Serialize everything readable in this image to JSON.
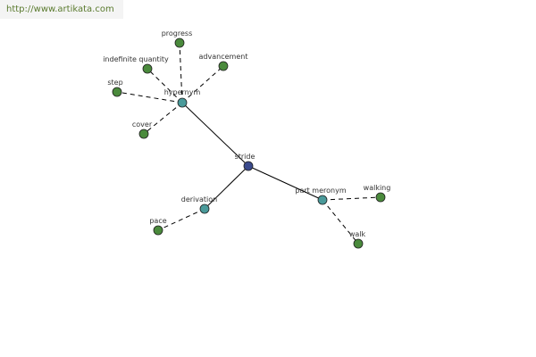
{
  "header": {
    "url_text": "http://www.artikata.com"
  },
  "colors": {
    "center": "#3a4a8c",
    "relation": "#4a9a9a",
    "leaf": "#4a8a3c",
    "edge": "#000000"
  },
  "graph": {
    "nodes": [
      {
        "id": "stride",
        "label": "stride",
        "kind": "center"
      },
      {
        "id": "hypernym",
        "label": "hypernym",
        "kind": "relation"
      },
      {
        "id": "derivation",
        "label": "derivation",
        "kind": "relation"
      },
      {
        "id": "part_meronym",
        "label": "part meronym",
        "kind": "relation"
      },
      {
        "id": "progress",
        "label": "progress",
        "kind": "leaf"
      },
      {
        "id": "indefinite_quantity",
        "label": "indefinite quantity",
        "kind": "leaf"
      },
      {
        "id": "advancement",
        "label": "advancement",
        "kind": "leaf"
      },
      {
        "id": "step",
        "label": "step",
        "kind": "leaf"
      },
      {
        "id": "cover",
        "label": "cover",
        "kind": "leaf"
      },
      {
        "id": "pace",
        "label": "pace",
        "kind": "leaf"
      },
      {
        "id": "walking",
        "label": "walking",
        "kind": "leaf"
      },
      {
        "id": "walk",
        "label": "walk",
        "kind": "leaf"
      }
    ],
    "edges": [
      {
        "from": "stride",
        "to": "hypernym",
        "style": "solid"
      },
      {
        "from": "stride",
        "to": "derivation",
        "style": "solid"
      },
      {
        "from": "stride",
        "to": "part_meronym",
        "style": "solid"
      },
      {
        "from": "hypernym",
        "to": "progress",
        "style": "dashed"
      },
      {
        "from": "hypernym",
        "to": "indefinite_quantity",
        "style": "dashed"
      },
      {
        "from": "hypernym",
        "to": "advancement",
        "style": "dashed"
      },
      {
        "from": "hypernym",
        "to": "step",
        "style": "dashed"
      },
      {
        "from": "hypernym",
        "to": "cover",
        "style": "dashed"
      },
      {
        "from": "derivation",
        "to": "pace",
        "style": "dashed"
      },
      {
        "from": "part_meronym",
        "to": "walking",
        "style": "dashed"
      },
      {
        "from": "part_meronym",
        "to": "walk",
        "style": "dashed"
      }
    ]
  }
}
